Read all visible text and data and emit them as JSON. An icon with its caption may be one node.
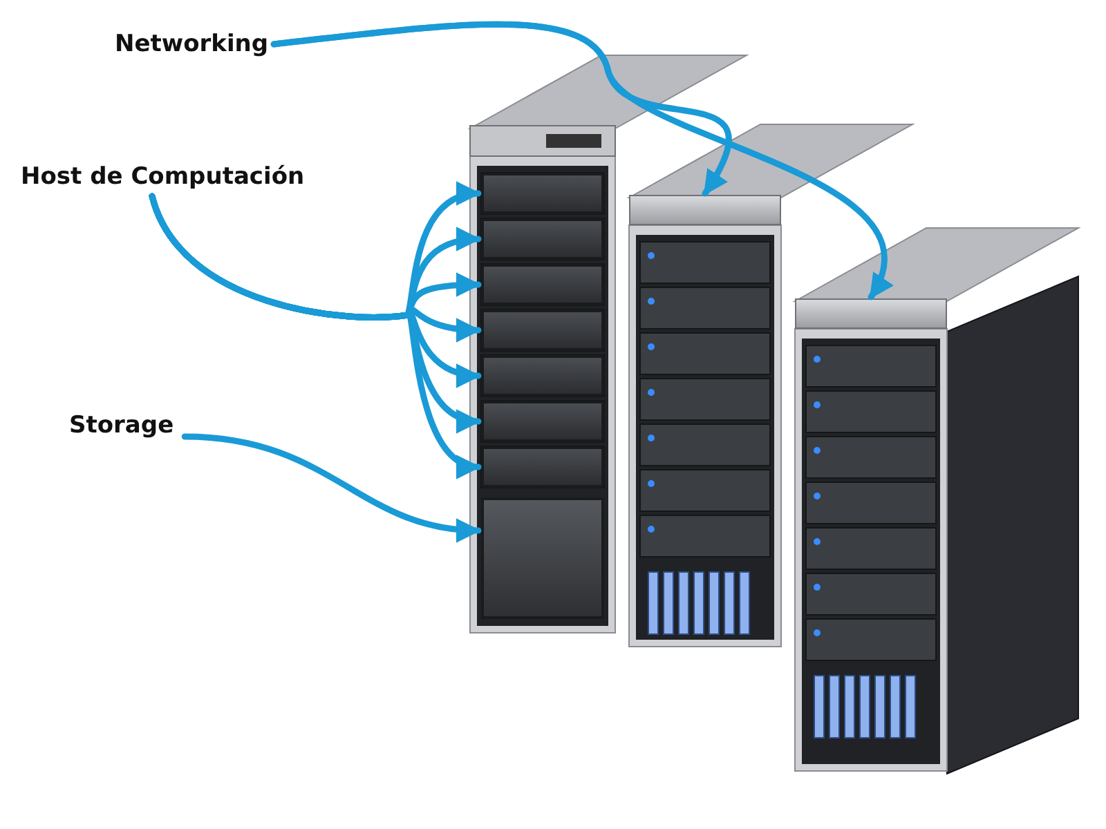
{
  "diagram": {
    "nodes": [
      {
        "text": [
          "Networking"
        ]
      },
      {
        "text": [
          "Host de Computación"
        ]
      },
      {
        "text": [
          "Storage"
        ]
      },
      {
        "text": [],
        "shape": "picture"
      },
      {
        "text": [],
        "shape": "picture"
      },
      {
        "text": [],
        "shape": "picture"
      },
      {
        "text": [],
        "shape": "picture"
      },
      {
        "text": [],
        "shape": "picture"
      },
      {
        "text": [],
        "shape": "picture"
      },
      {
        "text": [],
        "shape": "picture"
      },
      {
        "text": [],
        "shape": "picture"
      },
      {
        "text": [],
        "shape": "picture"
      },
      {
        "text": [],
        "shape": "picture"
      }
    ],
    "edges": [
      {
        "from": 0,
        "to": 3,
        "arrow": "to"
      },
      {
        "from": 0,
        "to": 4,
        "arrow": "to"
      },
      {
        "from": 1,
        "to": 5,
        "arrow": "to"
      },
      {
        "from": 1,
        "to": 6,
        "arrow": "to"
      },
      {
        "from": 1,
        "to": 7,
        "arrow": "to"
      },
      {
        "from": 1,
        "to": 8,
        "arrow": "to"
      },
      {
        "from": 1,
        "to": 9,
        "arrow": "to"
      },
      {
        "from": 1,
        "to": 10,
        "arrow": "to"
      },
      {
        "from": 1,
        "to": 11,
        "arrow": "to"
      },
      {
        "from": 2,
        "to": 12,
        "arrow": "to"
      }
    ]
  }
}
